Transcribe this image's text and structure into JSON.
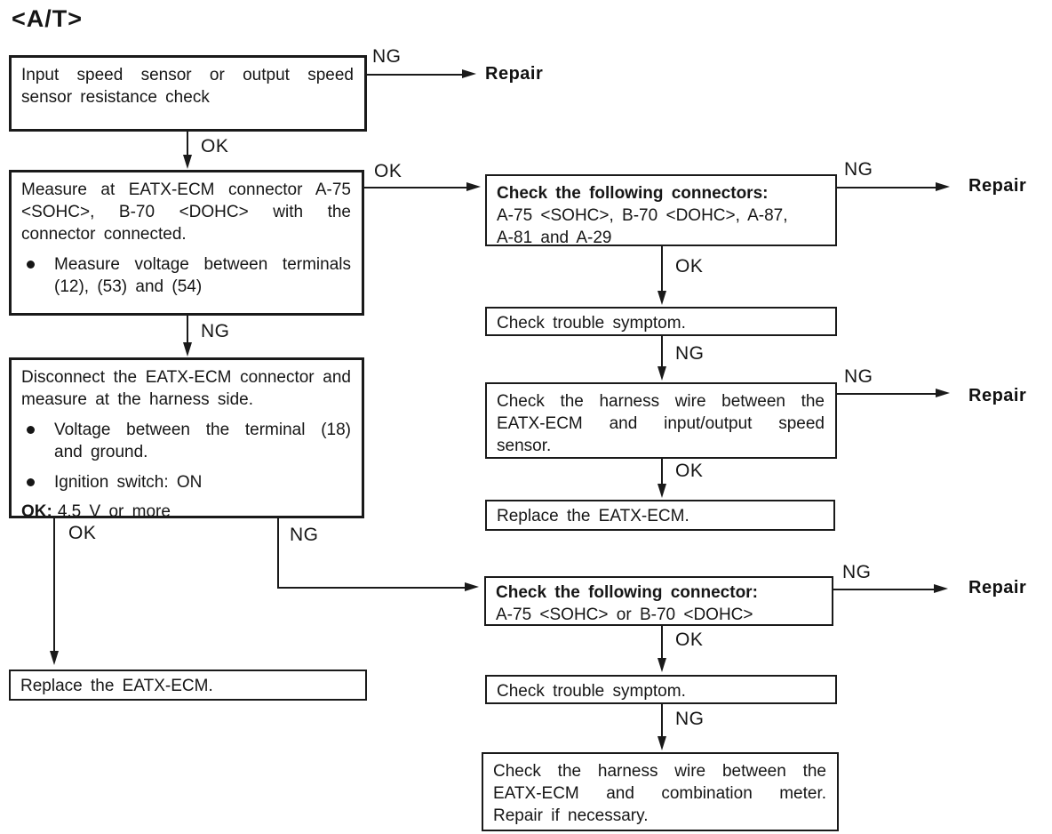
{
  "page": {
    "title": "<A/T>"
  },
  "colors": {
    "ink": "#1a1a1a",
    "background": "#ffffff"
  },
  "labels": {
    "ok": "OK",
    "ng": "NG",
    "repair": "Repair"
  },
  "boxes": {
    "input_sensor_check": {
      "text": "Input speed sensor or output speed sensor resistance check"
    },
    "measure_connected": {
      "intro": "Measure at EATX-ECM connector A-75 <SOHC>, B-70 <DOHC> with the connector connected.",
      "bullets": [
        "Measure voltage between terminals (12), (53) and (54)"
      ]
    },
    "measure_harness": {
      "intro": "Disconnect the EATX-ECM connector and measure at the harness side.",
      "bullets": [
        "Voltage between the terminal (18) and ground.",
        "Ignition switch: ON"
      ],
      "ok_prefix": "OK:",
      "ok_value": "4.5 V or more"
    },
    "replace_ecm_left": {
      "text": "Replace the EATX-ECM."
    },
    "check_connectors": {
      "heading": "Check the following connectors:",
      "lines": [
        "A-75 <SOHC>, B-70 <DOHC>, A-87,",
        "A-81 and A-29"
      ]
    },
    "check_symptom_1": {
      "text": "Check trouble symptom."
    },
    "harness_speed_sensor": {
      "text": "Check the harness wire between the EATX-ECM and input/output speed sensor."
    },
    "replace_ecm_right": {
      "text": "Replace the EATX-ECM."
    },
    "check_connector": {
      "heading": "Check the following connector:",
      "lines": [
        "A-75 <SOHC> or B-70 <DOHC>"
      ]
    },
    "check_symptom_2": {
      "text": "Check trouble symptom."
    },
    "harness_combination_meter": {
      "text": "Check the harness wire between the EATX-ECM and combination meter. Repair if necessary."
    }
  }
}
